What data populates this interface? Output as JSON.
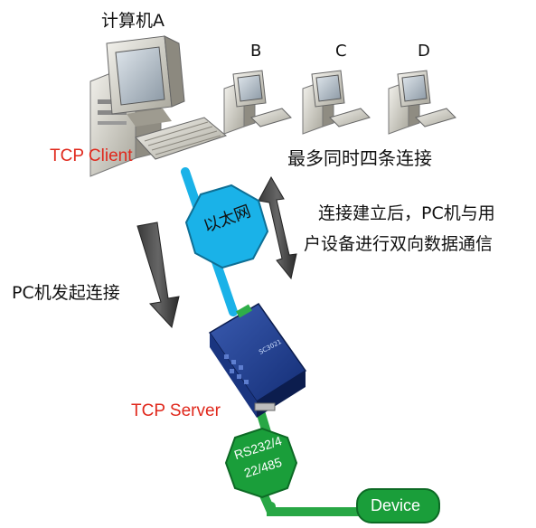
{
  "computer_a": {
    "label": "计算机A",
    "role": "TCP Client",
    "role_color": "#e0281c"
  },
  "others": [
    {
      "label": "B"
    },
    {
      "label": "C"
    },
    {
      "label": "D"
    }
  ],
  "others_caption": "最多同时四条连接",
  "network": {
    "label": "以太网",
    "color": "#1ab2e8"
  },
  "bidirectional_caption": {
    "line1": "连接建立后，PC机与用",
    "line2": "户设备进行双向数据通信"
  },
  "initiate_caption": "PC机发起连接",
  "server": {
    "role": "TCP Server",
    "role_color": "#e0281c"
  },
  "serial": {
    "line1": "RS232/4",
    "line2": "22/485",
    "color": "#1a9e3a"
  },
  "device": {
    "label": "Device",
    "color": "#1a9e3a"
  }
}
